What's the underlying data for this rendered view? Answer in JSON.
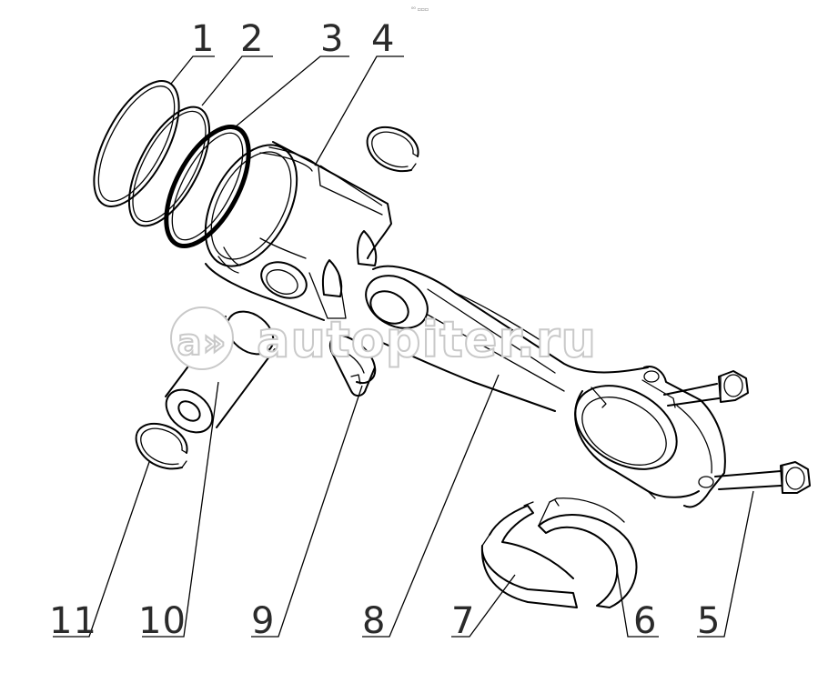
{
  "watermark": {
    "text": "autopiter.ru",
    "logo_glyph": "a»"
  },
  "corner_mark": "⁰⁰ ▫▫▫",
  "callouts": [
    {
      "id": "1",
      "label": "1"
    },
    {
      "id": "2",
      "label": "2"
    },
    {
      "id": "3",
      "label": "3"
    },
    {
      "id": "4",
      "label": "4"
    },
    {
      "id": "5",
      "label": "5"
    },
    {
      "id": "6",
      "label": "6"
    },
    {
      "id": "7",
      "label": "7"
    },
    {
      "id": "8",
      "label": "8"
    },
    {
      "id": "9",
      "label": "9"
    },
    {
      "id": "10",
      "label": "10"
    },
    {
      "id": "11",
      "label": "11"
    }
  ],
  "colors": {
    "line": "#000000",
    "label": "#2a2a2a",
    "watermark_outline": "#c9c9c9",
    "background": "#ffffff"
  }
}
